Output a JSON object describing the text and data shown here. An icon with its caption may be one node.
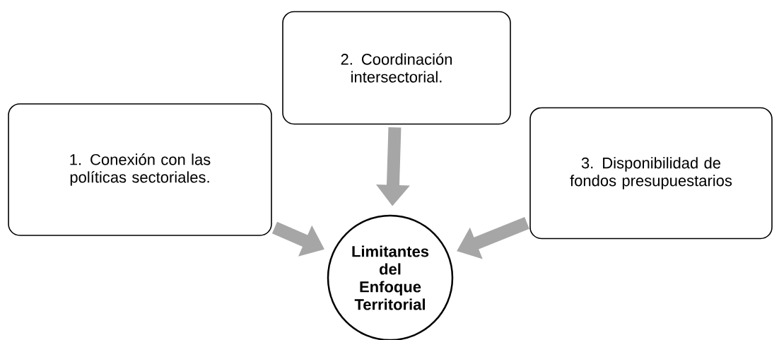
{
  "diagram": {
    "nodes": [
      {
        "text": [
          "1. Conexión con las políticas sectoriales."
        ]
      },
      {
        "text": [
          "2. Coordinación intersectorial."
        ]
      },
      {
        "text": [
          "3. Disponibilidad de fondos presupuestarios"
        ]
      },
      {
        "text": [
          "**Limitantes del Enfoque Territorial**"
        ]
      }
    ],
    "edges": [
      {
        "from": 0,
        "to": 3,
        "arrow": "to"
      },
      {
        "from": 1,
        "to": 3,
        "arrow": "to"
      },
      {
        "from": 2,
        "to": 3,
        "arrow": "to"
      }
    ]
  }
}
